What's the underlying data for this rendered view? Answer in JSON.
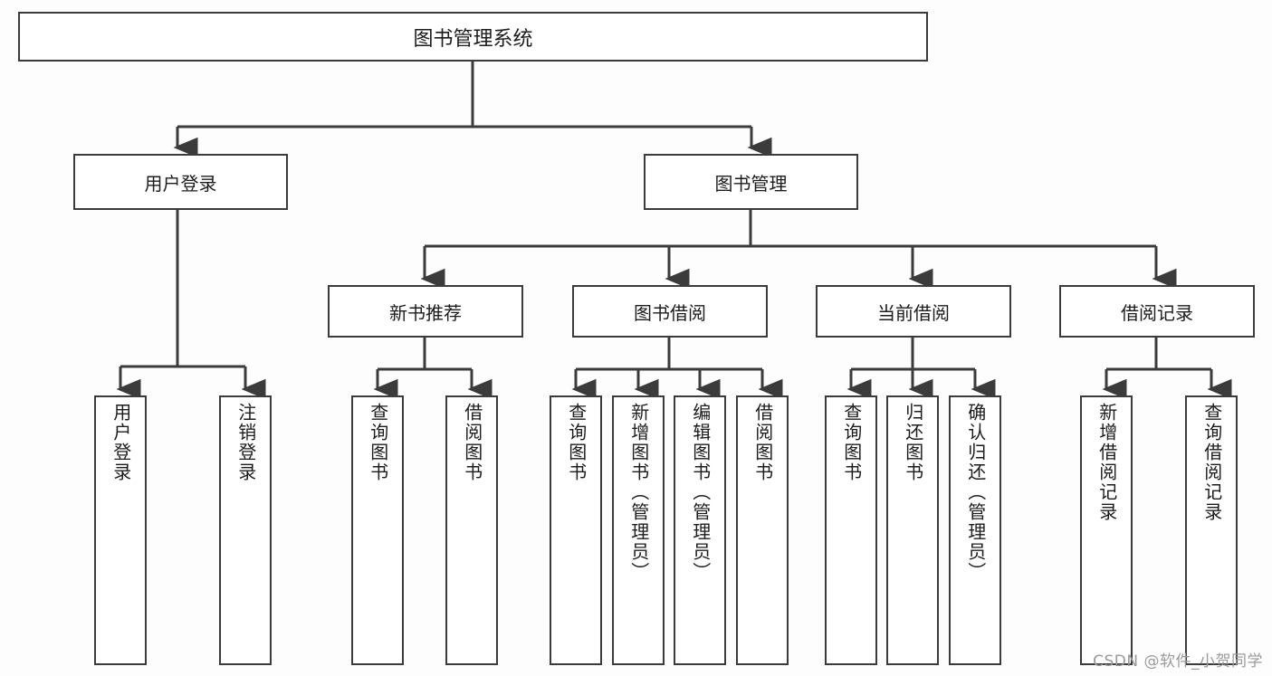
{
  "diagram": {
    "title": "图书管理系统",
    "root": {
      "label": "图书管理系统"
    },
    "level1": [
      {
        "label": "用户登录"
      },
      {
        "label": "图书管理"
      }
    ],
    "level2": [
      {
        "label": "新书推荐"
      },
      {
        "label": "图书借阅"
      },
      {
        "label": "当前借阅"
      },
      {
        "label": "借阅记录"
      }
    ],
    "leaves": {
      "user_login": [
        {
          "label": "用户登录"
        },
        {
          "label": "注销登录"
        }
      ],
      "new_book_recommend": [
        {
          "label": "查询图书"
        },
        {
          "label": "借阅图书"
        }
      ],
      "book_borrow": [
        {
          "label": "查询图书"
        },
        {
          "label": "新增图书（管理员）"
        },
        {
          "label": "编辑图书（管理员）"
        },
        {
          "label": "借阅图书"
        }
      ],
      "current_borrow": [
        {
          "label": "查询图书"
        },
        {
          "label": "归还图书"
        },
        {
          "label": "确认归还（管理员）"
        }
      ],
      "borrow_record": [
        {
          "label": "新增借阅记录"
        },
        {
          "label": "查询借阅记录"
        }
      ]
    },
    "watermark": "CSDN @软件_小贺同学",
    "colors": {
      "box_border": "#3b3b3b",
      "box_fill": "#ffffff",
      "text": "#1c1c1c",
      "connector": "#3b3b3b",
      "background": "#fdfdfd",
      "watermark": "#9a9a9a"
    }
  }
}
